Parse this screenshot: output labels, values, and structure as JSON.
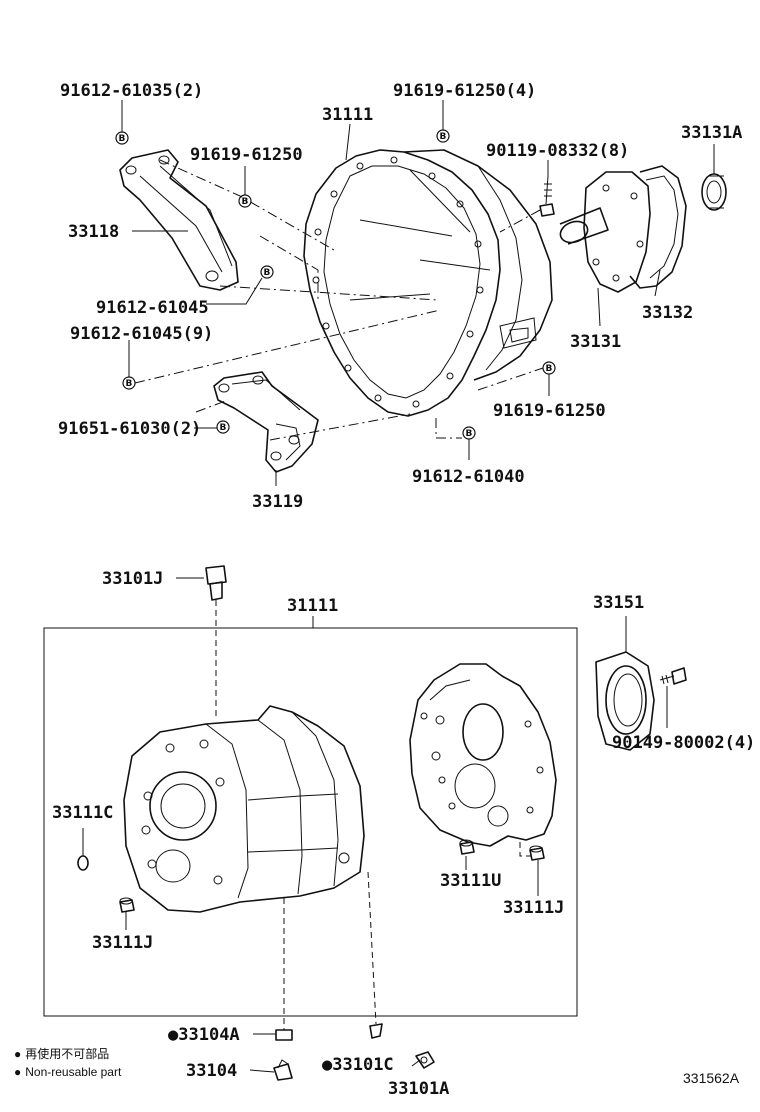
{
  "diagram": {
    "labels": {
      "p_91612_61035": "91612-61035(2)",
      "p_91619_61250_4": "91619-61250(4)",
      "p_31111_top": "31111",
      "p_90119_08332": "90119-08332(8)",
      "p_33131A": "33131A",
      "p_91619_61250_a": "91619-61250",
      "p_33118": "33118",
      "p_91612_61045": "91612-61045",
      "p_91612_61045_9": "91612-61045(9)",
      "p_33132": "33132",
      "p_33131": "33131",
      "p_91651_61030": "91651-61030(2)",
      "p_91619_61250_b": "91619-61250",
      "p_91612_61040": "91612-61040",
      "p_33119": "33119",
      "p_33101J": "33101J",
      "p_31111_mid": "31111",
      "p_33151": "33151",
      "p_90149_80002": "90149-80002(4)",
      "p_33111C": "33111C",
      "p_33111U": "33111U",
      "p_33111J_right": "33111J",
      "p_33111J_left": "33111J",
      "p_33104A": "33104A",
      "p_33104": "33104",
      "p_33101C": "33101C",
      "p_33101A": "33101A"
    },
    "bolt_marker": "B",
    "non_reusable_marker": "●",
    "legend": {
      "reusable_jp": "再使用不可部品",
      "nonreusable_en": "Non-reusable part"
    },
    "figure_code": "331562A"
  }
}
